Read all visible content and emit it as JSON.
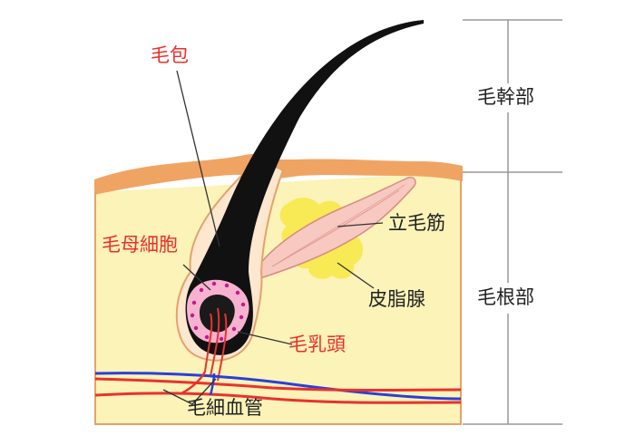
{
  "labels": {
    "follicle": "毛包",
    "matrix_cells": "毛母細胞",
    "papilla": "毛乳頭",
    "capillary": "毛細血管",
    "arrector_pili": "立毛筋",
    "sebaceous_gland": "皮脂腺",
    "shaft_part": "毛幹部",
    "root_part": "毛根部"
  },
  "colors": {
    "red_label": "#e8302e",
    "dark_label": "#222222",
    "skin_fill": "#fbf3b8",
    "epidermis": "#f0a463",
    "hair": "#111111",
    "muscle": "#f7c9c0",
    "gland": "#f7ea54",
    "vessel_red": "#e8322f",
    "vessel_blue": "#2a3fd9",
    "matrix_pink": "#f7b2cf",
    "matrix_dots": "#c2188c"
  }
}
